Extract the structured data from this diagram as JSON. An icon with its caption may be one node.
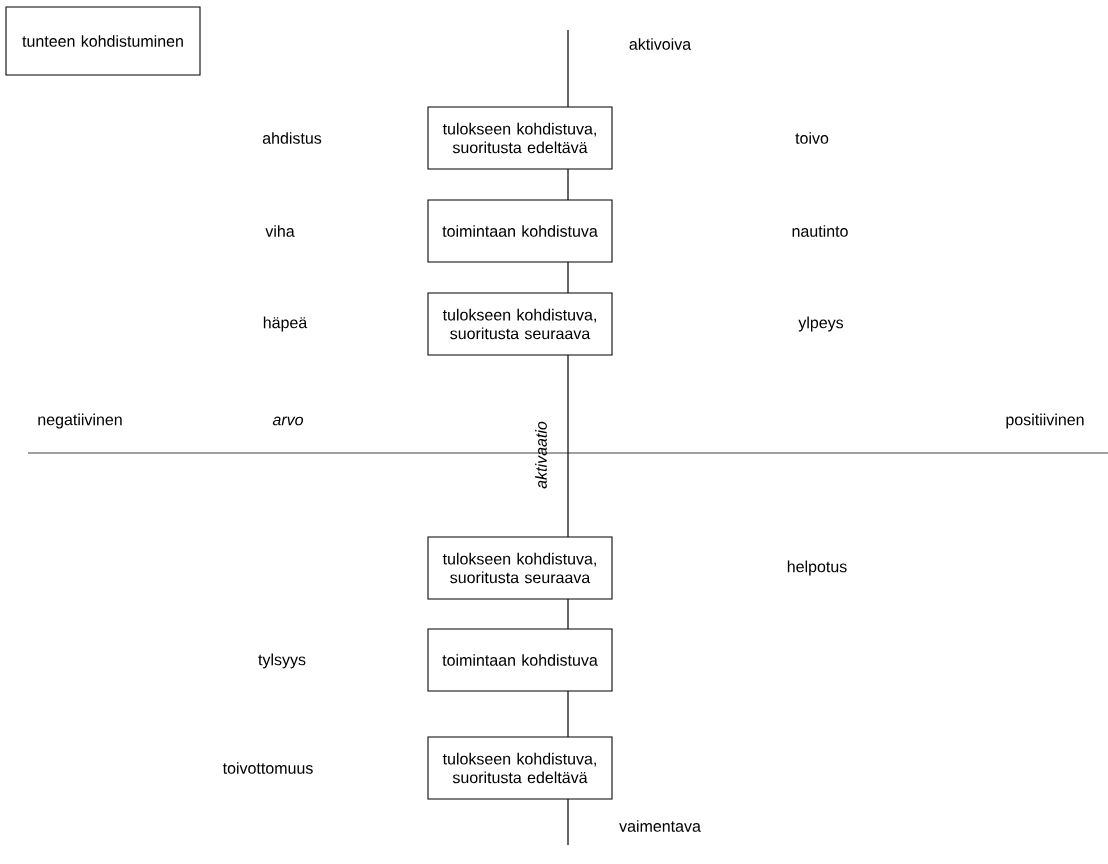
{
  "diagram": {
    "nodes": [
      {
        "text": [
          "tunteen kohdistuminen"
        ]
      },
      {
        "text": [
          "tulokseen kohdistuva, suoritusta edeltävä"
        ]
      },
      {
        "text": [
          "toimintaan kohdistuva"
        ]
      },
      {
        "text": [
          "tulokseen kohdistuva, suoritusta seuraava"
        ]
      },
      {
        "text": [
          "tulokseen kohdistuva, suoritusta seuraava"
        ]
      },
      {
        "text": [
          "toimintaan kohdistuva"
        ]
      },
      {
        "text": [
          "tulokseen kohdistuva, suoritusta edeltävä"
        ]
      }
    ],
    "labels": [
      "aktivoiva",
      "ahdistus",
      "toivo",
      "viha",
      "nautinto",
      "häpeä",
      "ylpeys",
      "negatiivinen",
      "arvo",
      "aktivaatio",
      "positiivinen",
      "helpotus",
      "tylsyys",
      "toivottomuus",
      "vaimentava"
    ]
  }
}
